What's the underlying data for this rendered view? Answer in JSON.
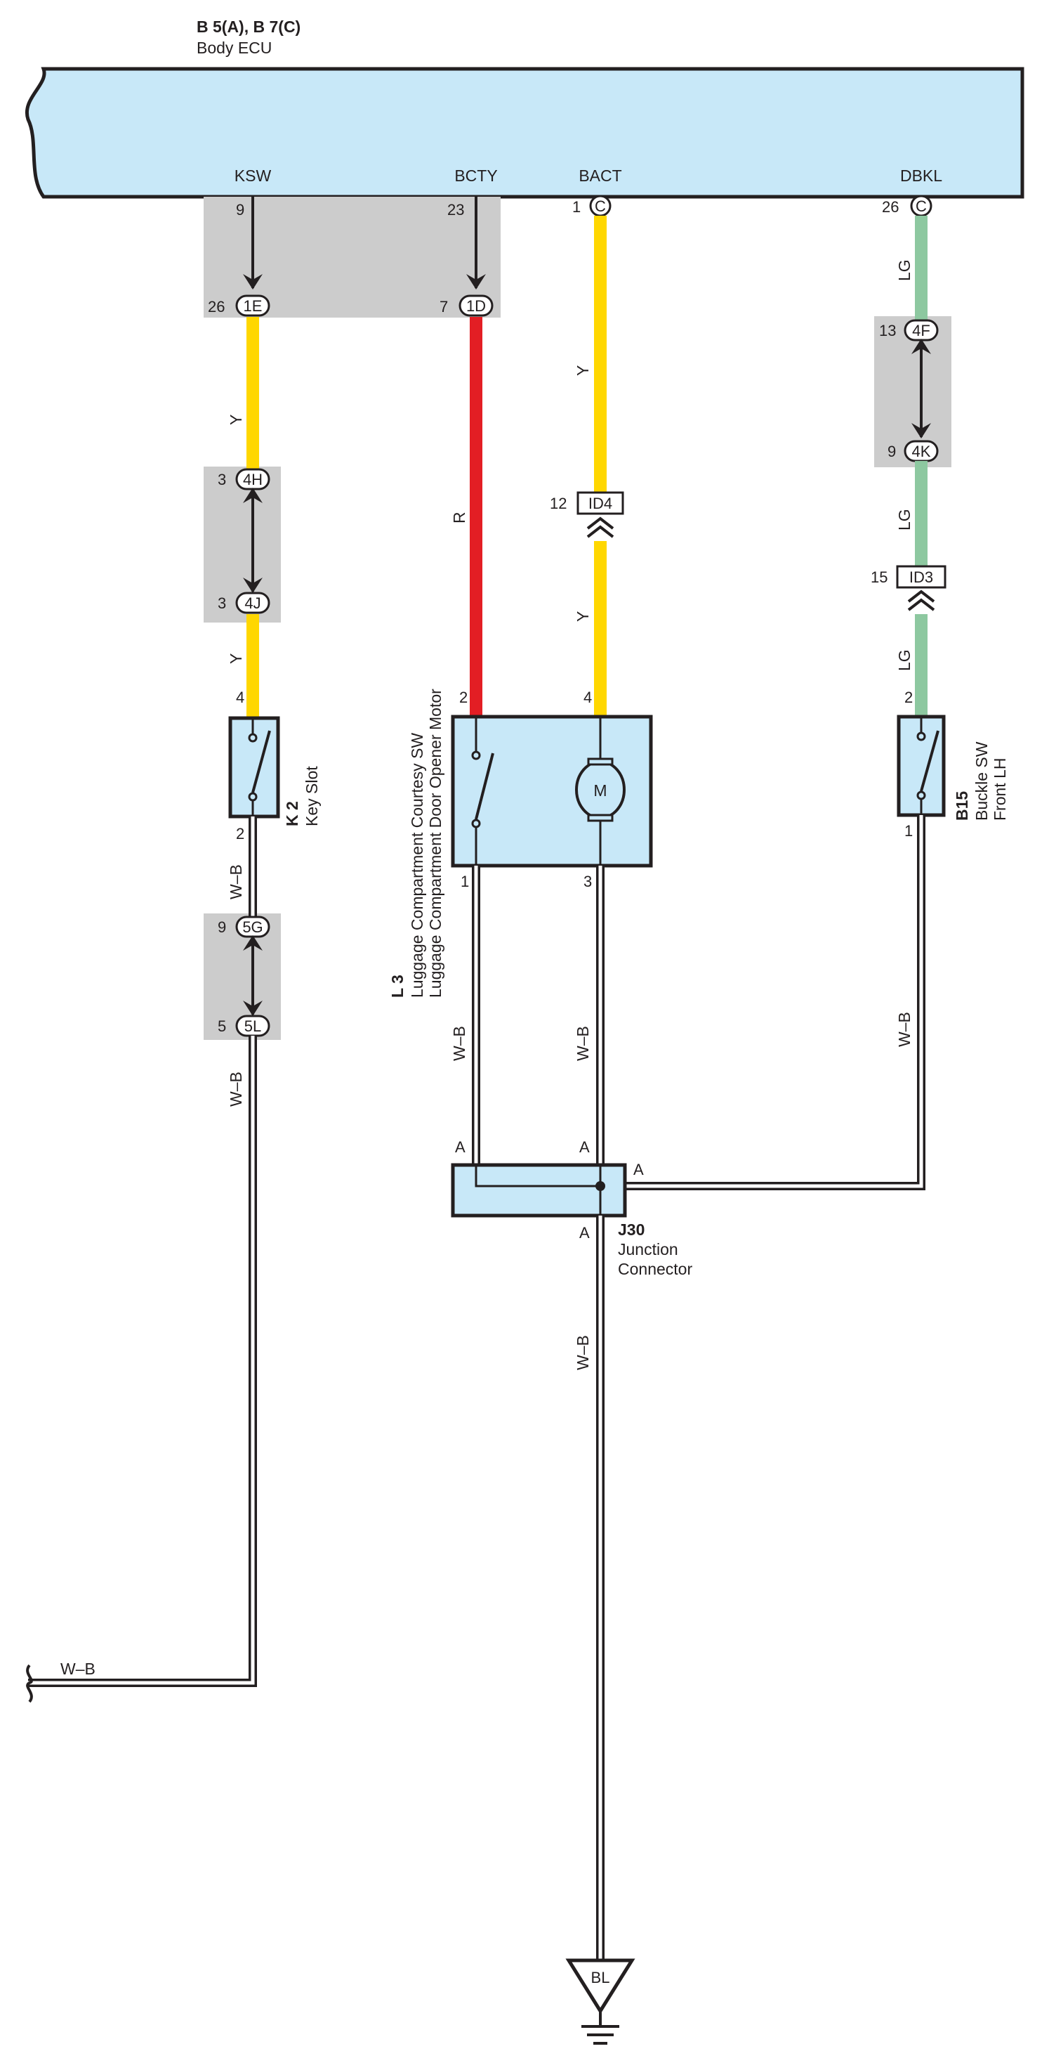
{
  "ecu": {
    "code": "B 5(A), B 7(C)",
    "name": "Body ECU",
    "fill_color": "#c8e8f8",
    "terminals": {
      "ksw": "KSW",
      "bcty": "BCTY",
      "bact": "BACT",
      "dbkl": "DBKL"
    }
  },
  "colors": {
    "yellow": "#ffd700",
    "red": "#e31e24",
    "light_green": "#8dc8a0",
    "component_fill": "#c8e8f8",
    "shade": "#cccccc"
  },
  "wire_labels": {
    "y": "Y",
    "r": "R",
    "lg": "LG",
    "wb": "W–B"
  },
  "connectors": {
    "e1": "1E",
    "d1": "1D",
    "c": "C",
    "h4": "4H",
    "j4": "4J",
    "f4": "4F",
    "k4": "4K",
    "g5": "5G",
    "l5": "5L",
    "id4": "ID4",
    "id3": "ID3",
    "bl": "BL"
  },
  "pins": {
    "p9": "9",
    "p23": "23",
    "p1": "1",
    "p26": "26",
    "p7": "7",
    "p3": "3",
    "p12": "12",
    "p13": "13",
    "p15": "15",
    "p4": "4",
    "p2": "2",
    "p5": "5",
    "pA": "A"
  },
  "components": {
    "k2": {
      "code": "K 2",
      "name": "Key Slot"
    },
    "l3": {
      "code": "L 3",
      "name1": "Luggage Compartment Courtesy SW",
      "name2": "Luggage Compartment Door Opener Motor",
      "motor": "M"
    },
    "b15": {
      "code": "B15",
      "name1": "Buckle SW",
      "name2": "Front LH"
    },
    "j30": {
      "code": "J30",
      "name1": "Junction",
      "name2": "Connector"
    }
  }
}
